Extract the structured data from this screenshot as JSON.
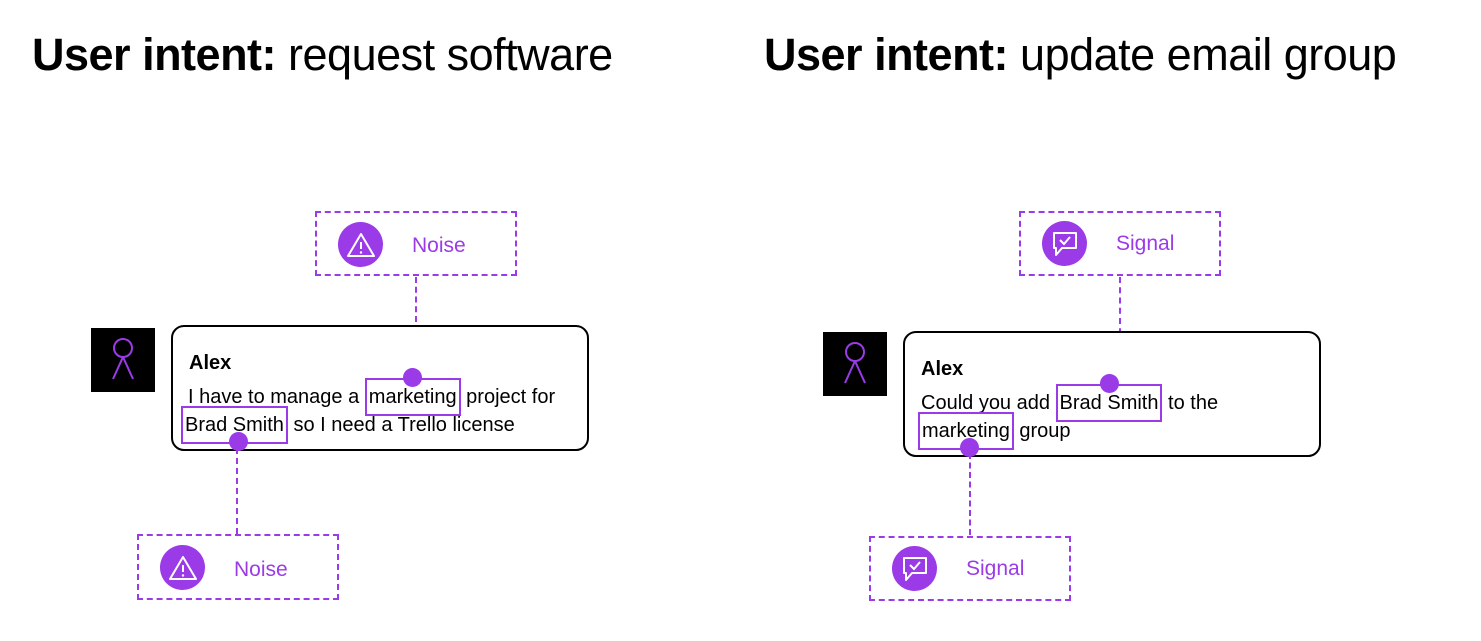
{
  "colors": {
    "accent": "#9B3BE8",
    "text": "#000000",
    "avatar_bg": "#000000"
  },
  "panels": [
    {
      "heading": {
        "bold": "User intent:",
        "light": "request software"
      },
      "top_tag": {
        "label": "Noise",
        "icon": "warning-triangle-icon"
      },
      "bottom_tag": {
        "label": "Noise",
        "icon": "warning-triangle-icon"
      },
      "message": {
        "sender": "Alex",
        "line1": {
          "before": "I have to manage a",
          "highlight": "marketing",
          "after": "project for"
        },
        "line2": {
          "highlight": "Brad Smith",
          "after": "so I need a Trello license"
        }
      }
    },
    {
      "heading": {
        "bold": "User intent:",
        "light": "update email group"
      },
      "top_tag": {
        "label": "Signal",
        "icon": "chat-check-icon"
      },
      "bottom_tag": {
        "label": "Signal",
        "icon": "chat-check-icon"
      },
      "message": {
        "sender": "Alex",
        "line1": {
          "before": "Could you add",
          "highlight": "Brad Smith",
          "after": "to the"
        },
        "line2": {
          "highlight": "marketing",
          "after": "group"
        }
      }
    }
  ]
}
